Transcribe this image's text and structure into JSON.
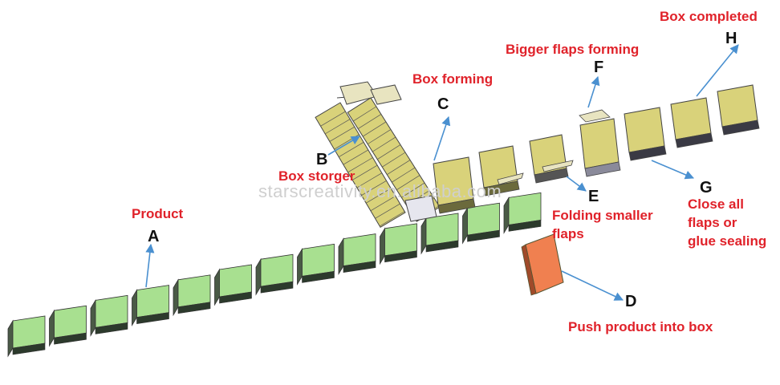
{
  "colors": {
    "label": "#e0222a",
    "letter": "#111111",
    "arrow": "#4a90d0",
    "product": "#a8e090",
    "box_yellow": "#d9d27a",
    "pushed_product": "#f08050",
    "watermark": "#cfcfcf"
  },
  "watermark": "starscreativity.en.alibaba.com",
  "stations": [
    {
      "id": "A",
      "letter": "A",
      "label": "Product"
    },
    {
      "id": "B",
      "letter": "B",
      "label": "Box storger"
    },
    {
      "id": "C",
      "letter": "C",
      "label": "Box forming"
    },
    {
      "id": "D",
      "letter": "D",
      "label": "Push product into box"
    },
    {
      "id": "E",
      "letter": "E",
      "label_lines": [
        "Folding smaller",
        "flaps"
      ]
    },
    {
      "id": "F",
      "letter": "F",
      "label": "Bigger flaps forming"
    },
    {
      "id": "G",
      "letter": "G",
      "label_lines": [
        "Close all",
        "flaps or",
        "glue sealing"
      ]
    },
    {
      "id": "H",
      "letter": "H",
      "label": "Box completed"
    }
  ]
}
